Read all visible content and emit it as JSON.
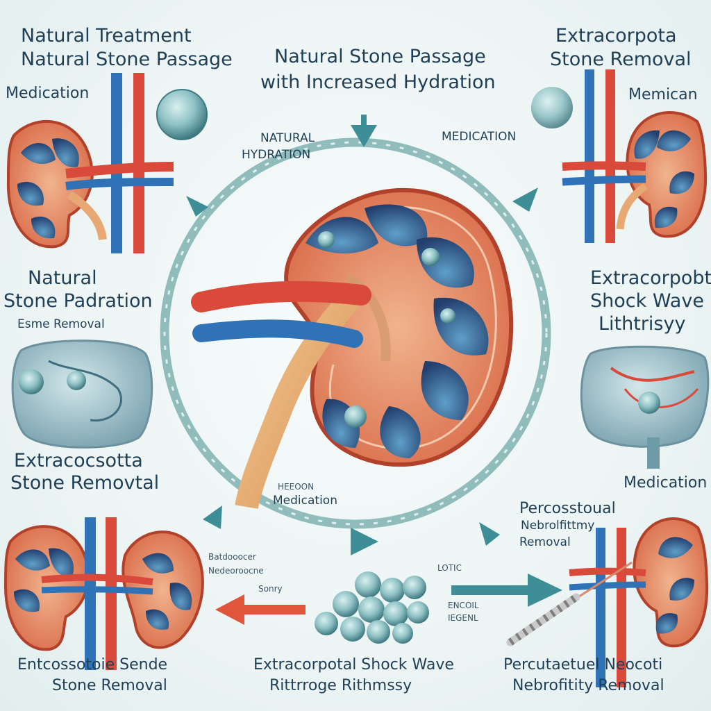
{
  "labels": {
    "top_left_1": "Natural Treatment",
    "top_left_2": "Natural Stone Passage",
    "top_center_1": "Natural Stone Passage",
    "top_center_2": "with Increased Hydration",
    "top_right_1": "Extracorpota",
    "top_right_2": "Stone Removal",
    "medication_left": "Medication",
    "memican_right": "Memican",
    "natural_hydration_1": "NATURAL",
    "natural_hydration_2": "HYDRATION",
    "medication_center": "MEDICATION",
    "natural_left_1": "Natural",
    "natural_left_2": "Stone Padration",
    "esme_removal": "Esme Removal",
    "extracorp_right_1": "Extracorpobt",
    "extracorp_right_2": "Shock Wave",
    "extracorp_right_3": "Lithtrisyy",
    "extracoc_left_1": "Extracocsotta",
    "extracoc_left_2": "Stone Removtal",
    "heeoon": "HEEOON",
    "medication_center_low": "Medication",
    "medication_right_low": "Medication",
    "percos_1": "Percosstoual",
    "percos_2": "Nebrolfittmy",
    "percos_3": "Removal",
    "small_1": "Batdooocer",
    "small_2": "Nedeoroocne",
    "small_3": "Sonry",
    "lotic": "LOTIC",
    "encoil_1": "ENCOIL",
    "encoil_2": "IEGENL",
    "bottom_left_1": "Entcossotoie Sende",
    "bottom_left_2": "Stone Removal",
    "bottom_center_1": "Extracorpotal Shock Wave",
    "bottom_center_2": "Rittrroge Rithmssy",
    "bottom_right_1": "Percutaetuel Neocoti",
    "bottom_right_2": "Nebrofitity Removal"
  },
  "colors": {
    "artery": "#d94a3a",
    "vein": "#2f72b5",
    "kidney_cortex": "#e07a5a",
    "kidney_outline": "#b1412b",
    "pyramid": "#2f4f7f",
    "cycle_ring": "#6fa8a8",
    "stone": "#8fc1c4",
    "red_arrow": "#e0553c",
    "teal_arrow": "#3d8e96"
  }
}
